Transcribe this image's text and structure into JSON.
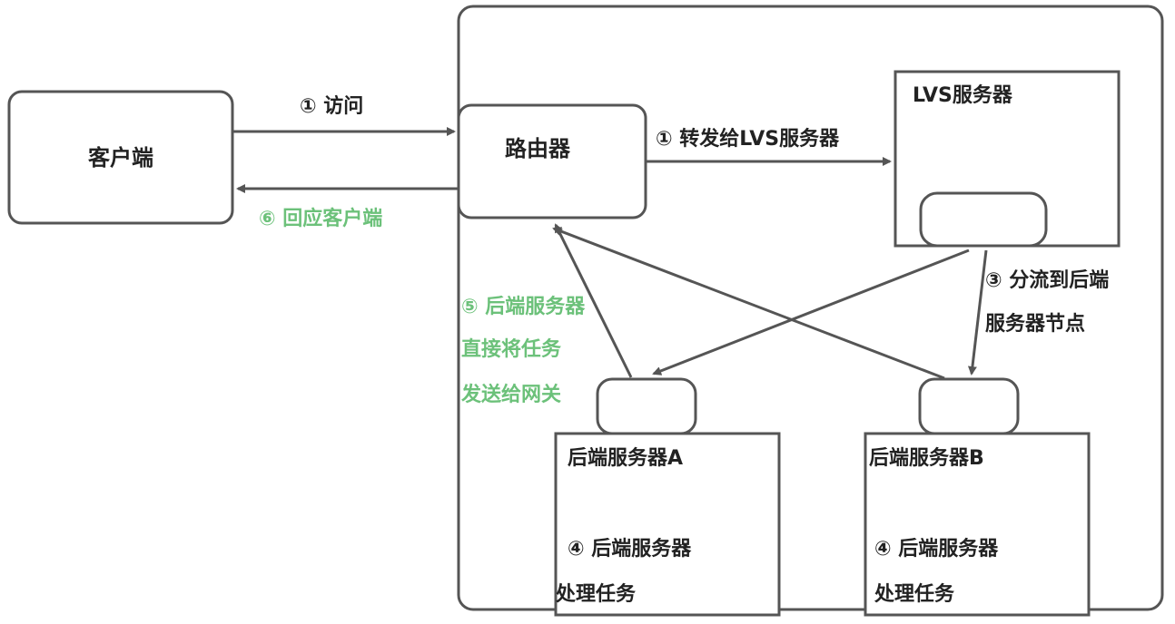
{
  "colors": {
    "stroke": "#555555",
    "text": "#222222",
    "highlight_text": "#6cc17a"
  },
  "nodes": {
    "client": "客户端",
    "router": "路由器",
    "lvs": "LVS服务器",
    "backend_a": "后端服务器A",
    "backend_b": "后端服务器B"
  },
  "edges": {
    "step1_access": "① 访问",
    "step1_forward": "① 转发给LVS服务器",
    "step3_line1": "③ 分流到后端",
    "step3_line2": "服务器节点",
    "step5_line1": "⑤ 后端服务器",
    "step5_line2": "直接将任务",
    "step5_line3": "发送给网关",
    "step6_reply": "⑥ 回应客户端"
  },
  "annotations": {
    "a_line1": "④ 后端服务器",
    "a_line2": "处理任务",
    "b_line1": "④ 后端服务器",
    "b_line2": "处理任务"
  }
}
